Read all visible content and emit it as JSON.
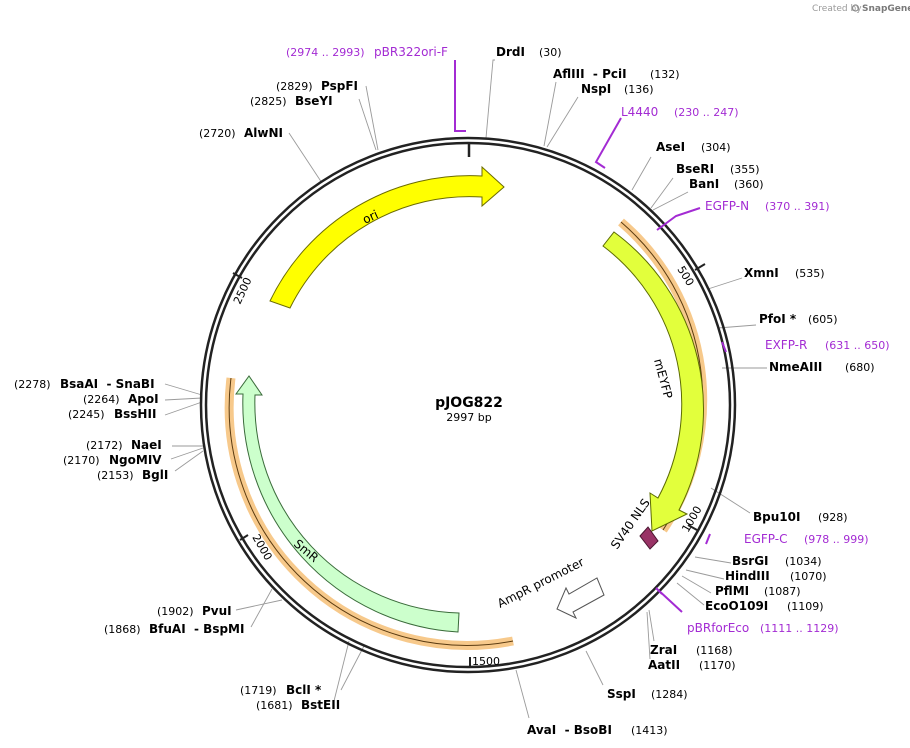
{
  "credit": {
    "prefix": "Created by",
    "brand": "SnapGene"
  },
  "plasmid": {
    "name": "pJOG822",
    "size_label": "2997 bp",
    "length": 2997
  },
  "ticks": [
    "500",
    "1000",
    "1500",
    "2000",
    "2500"
  ],
  "features": [
    {
      "name": "ori",
      "kind": "yellow"
    },
    {
      "name": "mEYFP",
      "kind": "green-yellow"
    },
    {
      "name": "SV40 NLS",
      "kind": "purple"
    },
    {
      "name": "AmpR promoter",
      "kind": "white"
    },
    {
      "name": "SmR",
      "kind": "light-green"
    }
  ],
  "primers": [
    {
      "name": "pBR322ori-F",
      "pos": "(2974 .. 2993)"
    },
    {
      "name": "L4440",
      "pos": "(230 .. 247)"
    },
    {
      "name": "EGFP-N",
      "pos": "(370 .. 391)"
    },
    {
      "name": "EXFP-R",
      "pos": "(631 .. 650)"
    },
    {
      "name": "EGFP-C",
      "pos": "(978 .. 999)"
    },
    {
      "name": "pBRforEco",
      "pos": "(1111 .. 1129)"
    }
  ],
  "enzymes": [
    {
      "name": "DrdI",
      "pos": "(30)"
    },
    {
      "name": "AflIII  - PciI",
      "pos": "(132)"
    },
    {
      "name": "NspI",
      "pos": "(136)"
    },
    {
      "name": "AseI",
      "pos": "(304)"
    },
    {
      "name": "BseRI",
      "pos": "(355)"
    },
    {
      "name": "BanI",
      "pos": "(360)"
    },
    {
      "name": "XmnI",
      "pos": "(535)"
    },
    {
      "name": "PfoI *",
      "pos": "(605)"
    },
    {
      "name": "NmeAIII",
      "pos": "(680)"
    },
    {
      "name": "Bpu10I",
      "pos": "(928)"
    },
    {
      "name": "BsrGI",
      "pos": "(1034)"
    },
    {
      "name": "HindIII",
      "pos": "(1070)"
    },
    {
      "name": "PflMI",
      "pos": "(1087)"
    },
    {
      "name": "EcoO109I",
      "pos": "(1109)"
    },
    {
      "name": "ZraI",
      "pos": "(1168)"
    },
    {
      "name": "AatII",
      "pos": "(1170)"
    },
    {
      "name": "SspI",
      "pos": "(1284)"
    },
    {
      "name": "AvaI  - BsoBI",
      "pos": "(1413)"
    },
    {
      "name": "BclI *",
      "pos": "(1719)"
    },
    {
      "name": "BstEII",
      "pos": "(1681)"
    },
    {
      "name": "PvuI",
      "pos": "(1902)"
    },
    {
      "name": "BfuAI  - BspMI",
      "pos": "(1868)"
    },
    {
      "name": "BglI",
      "pos": "(2153)"
    },
    {
      "name": "NgoMIV",
      "pos": "(2170)"
    },
    {
      "name": "NaeI",
      "pos": "(2172)"
    },
    {
      "name": "BssHII",
      "pos": "(2245)"
    },
    {
      "name": "ApoI",
      "pos": "(2264)"
    },
    {
      "name": "BsaAI  - SnaBI",
      "pos": "(2278)"
    },
    {
      "name": "AlwNI",
      "pos": "(2720)"
    },
    {
      "name": "BseYI",
      "pos": "(2825)"
    },
    {
      "name": "PspFI",
      "pos": "(2829)"
    }
  ],
  "colors": {
    "backbone": "#222222",
    "primer": "#a32bd3",
    "ori": "#ffff00",
    "mEYFP": "#e2ff3c",
    "sv40": "#993366",
    "smr": "#ccffcc",
    "orange_bar": "#f7c98b"
  }
}
